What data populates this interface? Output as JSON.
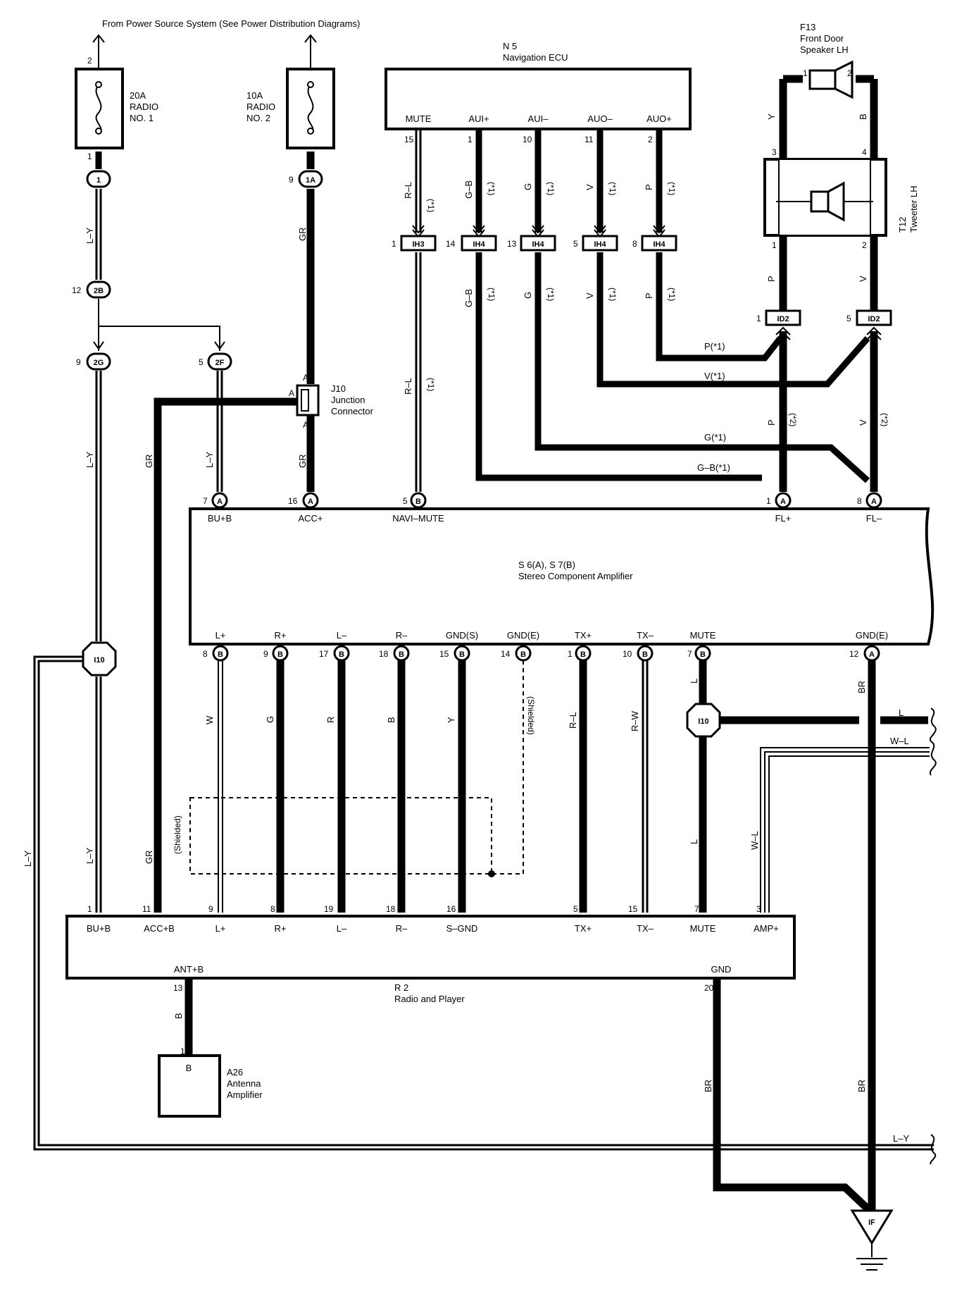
{
  "header": {
    "power_source": "From Power Source System (See Power Distribution Diagrams)"
  },
  "fuses": [
    {
      "label": "20A RADIO NO. 1",
      "lines": [
        "20A",
        "RADIO",
        "NO. 1"
      ],
      "pin_in": "2",
      "pin_out": "1"
    },
    {
      "label": "10A RADIO NO. 2",
      "lines": [
        "10A",
        "RADIO",
        "NO. 2"
      ]
    }
  ],
  "connectors": {
    "c1": {
      "id": "1",
      "pin": ""
    },
    "c1A": {
      "id": "1A",
      "pin": "9"
    },
    "c2B": {
      "id": "2B",
      "pin": "12"
    },
    "c2G": {
      "id": "2G",
      "pin": "9"
    },
    "c2F": {
      "id": "2F",
      "pin": "5"
    },
    "ih3": {
      "id": "IH3",
      "pin": "1"
    },
    "ih4a": {
      "id": "IH4",
      "pin": "14"
    },
    "ih4b": {
      "id": "IH4",
      "pin": "13"
    },
    "ih4c": {
      "id": "IH4",
      "pin": "5"
    },
    "ih4d": {
      "id": "IH4",
      "pin": "8"
    },
    "id2a": {
      "id": "ID2",
      "pin": "1"
    },
    "id2b": {
      "id": "ID2",
      "pin": "5"
    },
    "i10a": {
      "id": "I10"
    },
    "i10b": {
      "id": "I10"
    },
    "ground": {
      "id": "IF"
    }
  },
  "navigation_ecu": {
    "code": "N 5",
    "name": "Navigation ECU",
    "pins": [
      {
        "label": "MUTE",
        "num": "15",
        "wire": "R–L",
        "note": "(*1)"
      },
      {
        "label": "AUI+",
        "num": "1",
        "wire": "G–B",
        "note": "(*1)"
      },
      {
        "label": "AUI–",
        "num": "10",
        "wire": "G",
        "note": "(*1)"
      },
      {
        "label": "AUO–",
        "num": "11",
        "wire": "V",
        "note": "(*1)"
      },
      {
        "label": "AUO+",
        "num": "2",
        "wire": "P",
        "note": "(*1)"
      }
    ]
  },
  "speaker": {
    "code": "F13",
    "name_lines": [
      "Front Door",
      "Speaker LH"
    ],
    "pin1": "1",
    "pin2": "2",
    "wire_left": "Y",
    "wire_right": "B"
  },
  "tweeter": {
    "code": "T12",
    "name": "Tweeter LH",
    "pins": [
      "3",
      "4",
      "1",
      "2"
    ],
    "wire_left": "P",
    "wire_right": "V"
  },
  "junction": {
    "code": "J10",
    "name_lines": [
      "Junction",
      "Connector"
    ],
    "pin_labels": [
      "A",
      "A",
      "A"
    ]
  },
  "routed_wires": {
    "p1": "P(*1)",
    "v1": "V(*1)",
    "g1": "G(*1)",
    "gb1": "G–B(*1)",
    "p2": "P",
    "v2": "V",
    "note2": "(*2)",
    "ly": "L–Y",
    "gr": "GR",
    "rl": "R–L",
    "note1": "(*1)",
    "gb": "G–B",
    "g": "G",
    "v": "V",
    "p": "P"
  },
  "amplifier": {
    "code": "S 6(A), S 7(B)",
    "name": "Stereo Component Amplifier",
    "top_pins": [
      {
        "label": "BU+B",
        "num": "7",
        "conn": "A"
      },
      {
        "label": "ACC+",
        "num": "16",
        "conn": "A"
      },
      {
        "label": "NAVI–MUTE",
        "num": "5",
        "conn": "B"
      },
      {
        "label": "FL+",
        "num": "1",
        "conn": "A"
      },
      {
        "label": "FL–",
        "num": "8",
        "conn": "A"
      }
    ],
    "bottom_pins": [
      {
        "label": "L+",
        "num": "8",
        "conn": "B",
        "wire": "W"
      },
      {
        "label": "R+",
        "num": "9",
        "conn": "B",
        "wire": "G"
      },
      {
        "label": "L–",
        "num": "17",
        "conn": "B",
        "wire": "R"
      },
      {
        "label": "R–",
        "num": "18",
        "conn": "B",
        "wire": "B"
      },
      {
        "label": "GND(S)",
        "num": "15",
        "conn": "B",
        "wire": "Y"
      },
      {
        "label": "GND(E)",
        "num": "14",
        "conn": "B",
        "wire": "(Shielded)"
      },
      {
        "label": "TX+",
        "num": "1",
        "conn": "B",
        "wire": "R–L"
      },
      {
        "label": "TX–",
        "num": "10",
        "conn": "B",
        "wire": "R–W"
      },
      {
        "label": "MUTE",
        "num": "7",
        "conn": "B",
        "wire": "L"
      },
      {
        "label": "GND(E)",
        "num": "12",
        "conn": "A",
        "wire": "BR"
      }
    ]
  },
  "radio": {
    "code": "R 2",
    "name": "Radio and Player",
    "pins": [
      {
        "label": "BU+B",
        "num": "1",
        "wire": "L–Y"
      },
      {
        "label": "ACC+B",
        "num": "11",
        "wire": "GR"
      },
      {
        "label": "L+",
        "num": "9"
      },
      {
        "label": "R+",
        "num": "8"
      },
      {
        "label": "L–",
        "num": "19"
      },
      {
        "label": "R–",
        "num": "18"
      },
      {
        "label": "S–GND",
        "num": "16"
      },
      {
        "label": "TX+",
        "num": "5"
      },
      {
        "label": "TX–",
        "num": "15"
      },
      {
        "label": "MUTE",
        "num": "7",
        "wire": "L"
      },
      {
        "label": "AMP+",
        "num": "3",
        "wire": "W–L"
      }
    ],
    "ant_label": "ANT+B",
    "ant_num": "13",
    "ant_wire": "B",
    "gnd_label": "GND",
    "gnd_num": "20",
    "gnd_wire": "BR",
    "shielded": "(Shielded)"
  },
  "antenna": {
    "code": "A26",
    "name_lines": [
      "Antenna",
      "Amplifier"
    ],
    "pin": "1",
    "terminal": "B"
  },
  "offpage": {
    "l": "L",
    "wl": "W–L",
    "ly": "L–Y",
    "br": "BR"
  }
}
